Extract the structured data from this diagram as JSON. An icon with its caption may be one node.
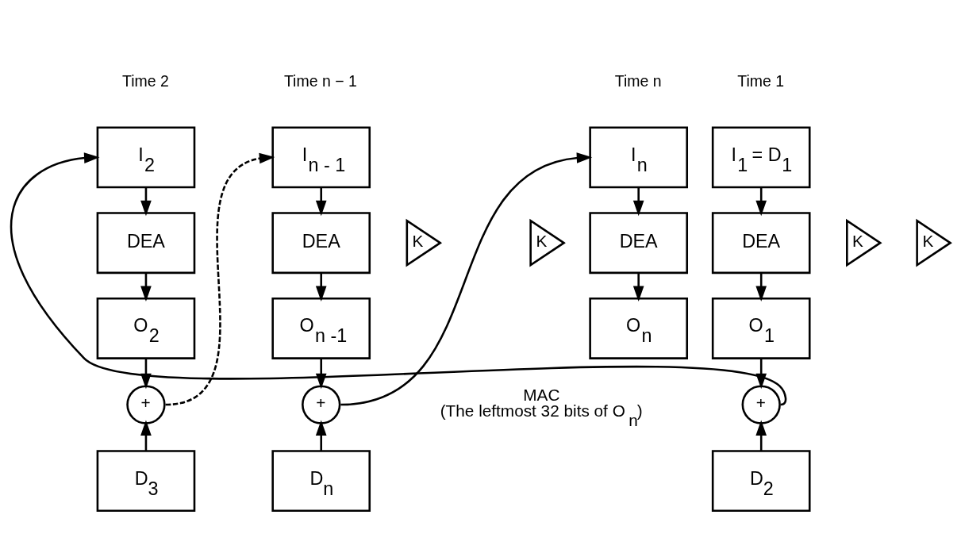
{
  "diagram": {
    "nodes": [
      {
        "text": [
          "I$_{1}$ = D$_{1}$"
        ],
        "beside": [
          "Time 1"
        ]
      },
      {
        "text": [
          "K"
        ]
      },
      {
        "text": [
          "DEA"
        ]
      },
      {
        "text": [
          "O$_{1}$"
        ]
      },
      {
        "text": [
          "+"
        ]
      },
      {
        "text": [
          "D$_{2}$"
        ]
      },
      {
        "text": [
          "I$_{2}$"
        ],
        "beside": [
          "Time 2"
        ]
      },
      {
        "text": [
          "K"
        ]
      },
      {
        "text": [
          "DEA"
        ]
      },
      {
        "text": [
          "O$_{2}$"
        ]
      },
      {
        "text": [
          "+"
        ]
      },
      {
        "text": [
          "D$_{3}$"
        ]
      },
      {
        "text": [
          "I$_{n - 1}$"
        ],
        "beside": [
          "Time n − 1"
        ]
      },
      {
        "text": [
          "K"
        ]
      },
      {
        "text": [
          "DEA"
        ]
      },
      {
        "text": [
          "O$_{n -1}$"
        ]
      },
      {
        "text": [
          "+"
        ]
      },
      {
        "text": [
          "D$_{n}$"
        ]
      },
      {
        "text": [
          "I$_{n}$"
        ],
        "beside": [
          "Time n"
        ]
      },
      {
        "text": [
          "K"
        ]
      },
      {
        "text": [
          "DEA"
        ]
      },
      {
        "text": [
          "O$_{n}$"
        ]
      }
    ],
    "edges": [
      {
        "from": 0,
        "to": 2,
        "arrow": "to"
      },
      {
        "from": 2,
        "to": 3,
        "arrow": "to"
      },
      {
        "from": 3,
        "to": 4,
        "arrow": "to"
      },
      {
        "from": 5,
        "to": 4,
        "arrow": "to"
      },
      {
        "from": 4,
        "to": 6,
        "arrow": "to"
      },
      {
        "from": 6,
        "to": 8,
        "arrow": "to"
      },
      {
        "from": 8,
        "to": 9,
        "arrow": "to"
      },
      {
        "from": 9,
        "to": 10,
        "arrow": "to"
      },
      {
        "from": 11,
        "to": 10,
        "arrow": "to"
      },
      {
        "from": 10,
        "to": 12,
        "arrow": "to",
        "style": "dashed"
      },
      {
        "from": 12,
        "to": 14,
        "arrow": "to"
      },
      {
        "from": 14,
        "to": 15,
        "arrow": "to"
      },
      {
        "from": 15,
        "to": 16,
        "arrow": "to"
      },
      {
        "from": 17,
        "to": 16,
        "arrow": "to"
      },
      {
        "from": 16,
        "to": 18,
        "arrow": "to"
      },
      {
        "from": 18,
        "to": 20,
        "arrow": "to"
      },
      {
        "from": 20,
        "to": 21,
        "arrow": "to"
      }
    ],
    "labels": [
      "MAC",
      "(The leftmost 32 bits of O$_{n}$)"
    ]
  }
}
